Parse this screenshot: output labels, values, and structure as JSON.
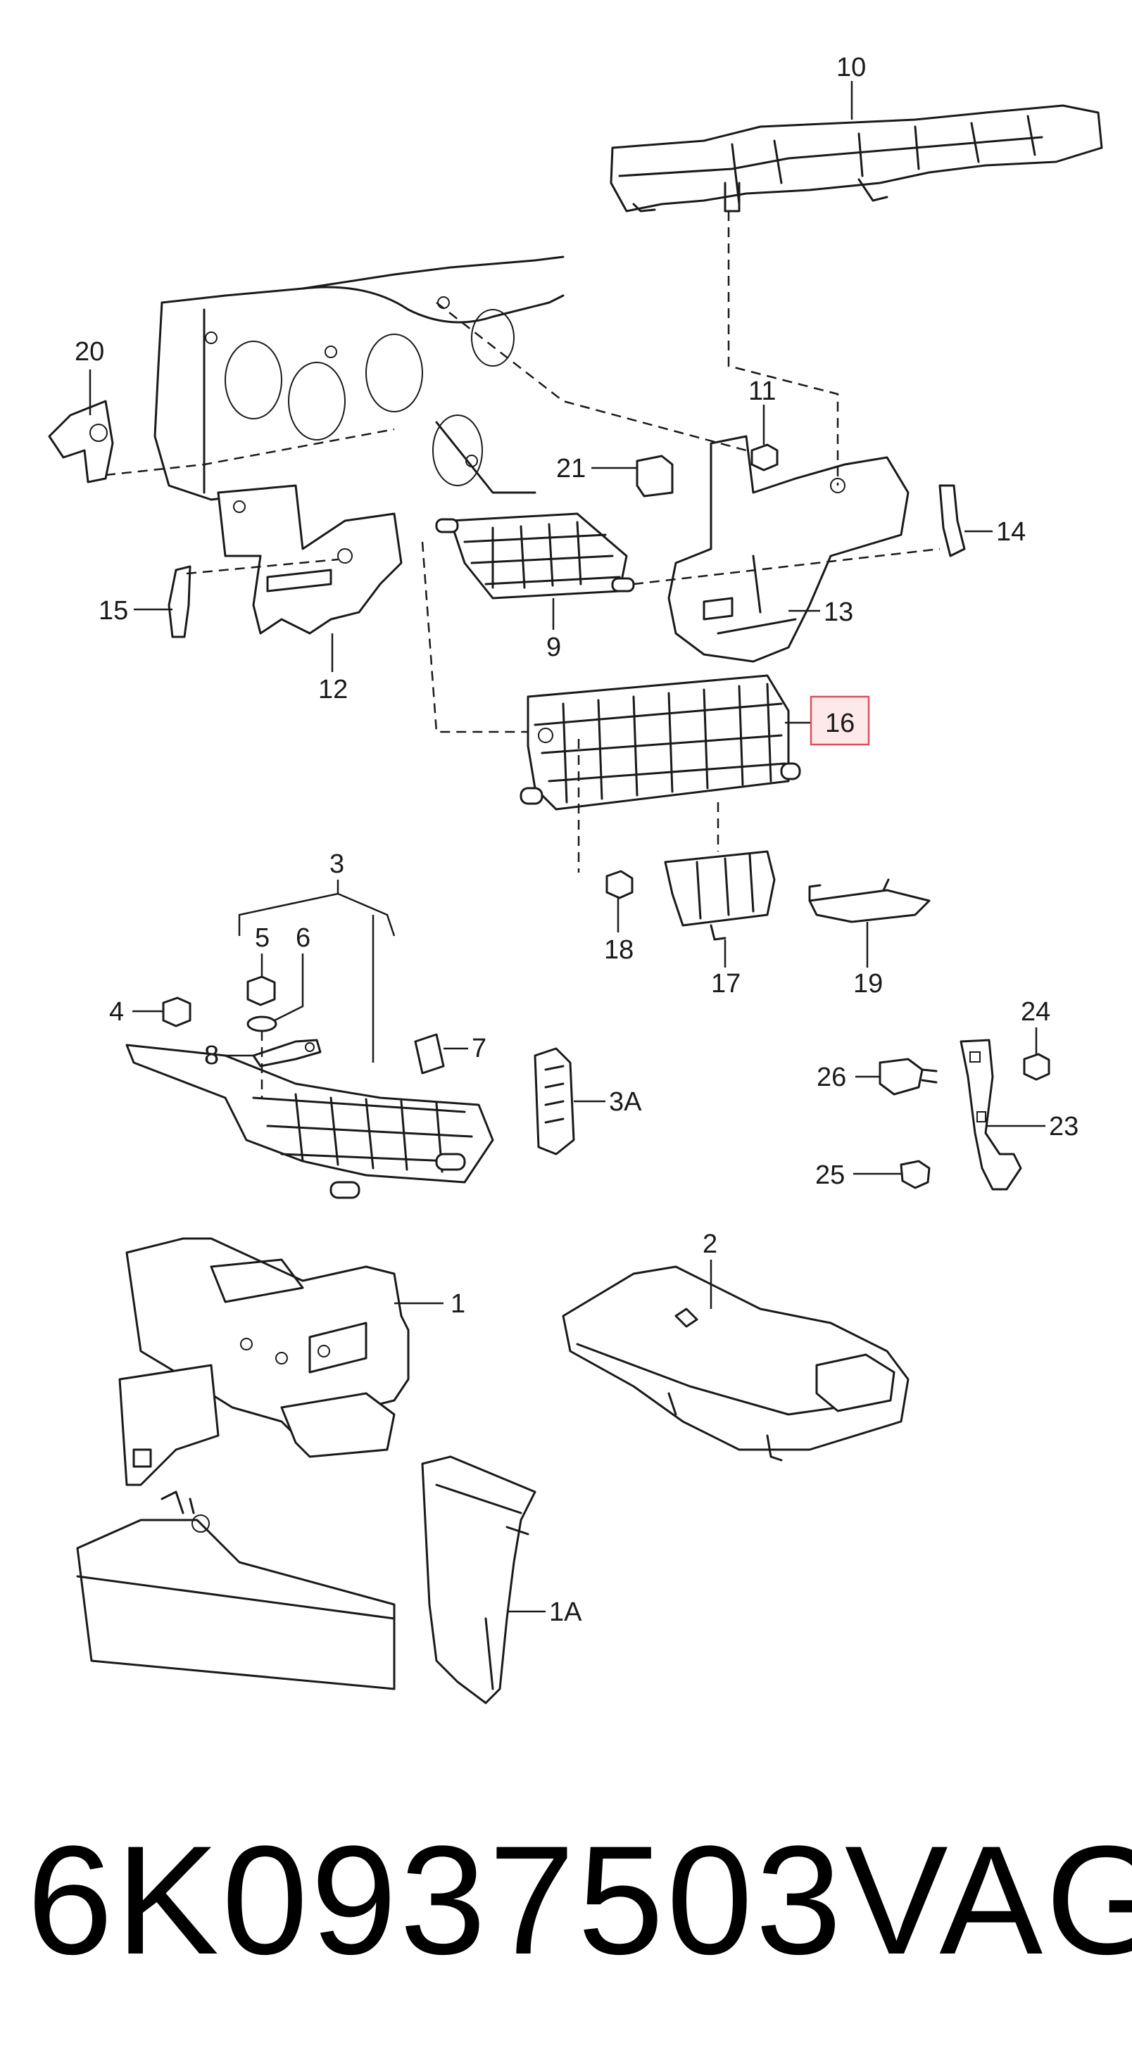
{
  "callouts": {
    "c1": "1",
    "c1A": "1A",
    "c2": "2",
    "c3": "3",
    "c3A": "3A",
    "c4": "4",
    "c5": "5",
    "c6": "6",
    "c7": "7",
    "c8": "8",
    "c9": "9",
    "c10": "10",
    "c11": "11",
    "c12": "12",
    "c13": "13",
    "c14": "14",
    "c15": "15",
    "c16": "16",
    "c17": "17",
    "c18": "18",
    "c19": "19",
    "c20": "20",
    "c21": "21",
    "c23": "23",
    "c24": "24",
    "c25": "25",
    "c26": "26"
  },
  "highlight": {
    "part": "16",
    "color": "#d9505e"
  },
  "footer": {
    "part_number": "6K0937503",
    "brand": "VAG"
  }
}
